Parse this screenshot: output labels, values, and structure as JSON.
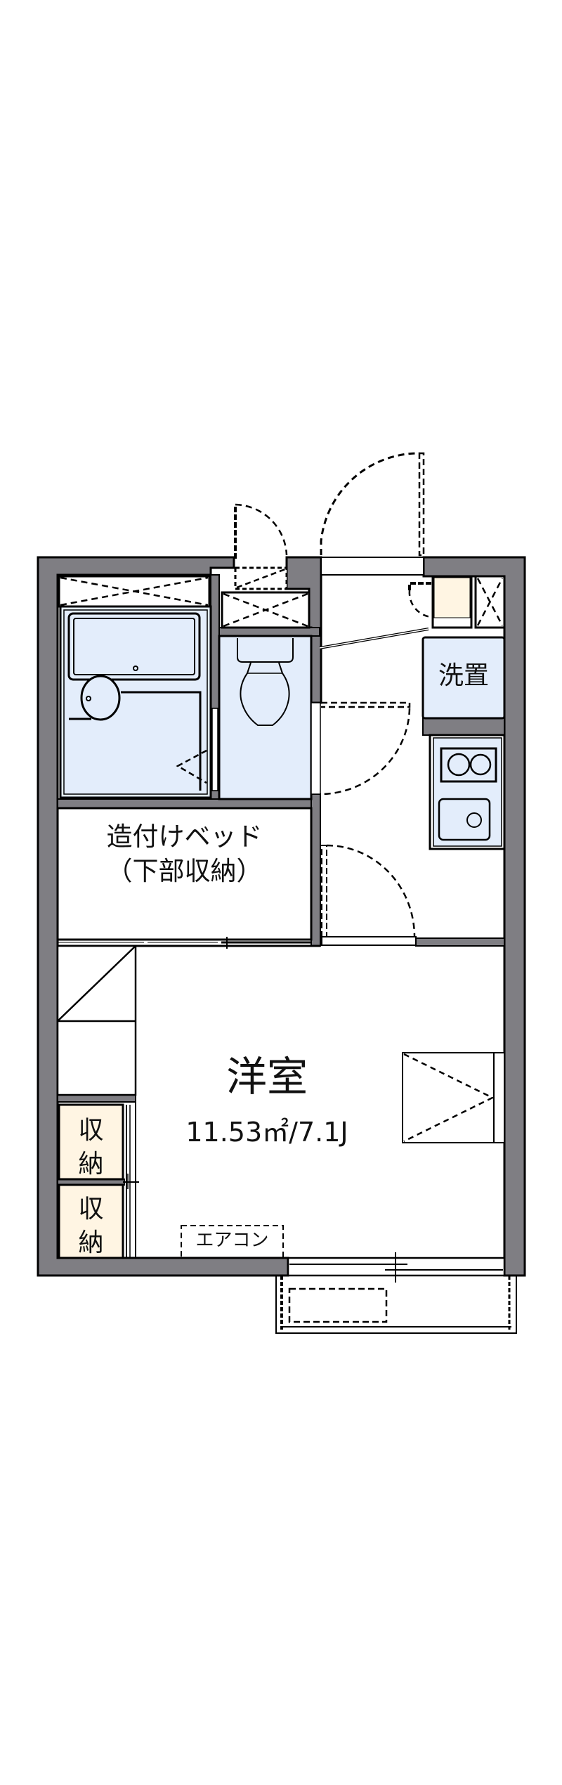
{
  "floor_plan": {
    "colors": {
      "wall": "#7f7e83",
      "outline": "#000000",
      "wet_area": "#e3edfb",
      "storage": "#fff5e3",
      "background": "#ffffff"
    },
    "rooms": {
      "western_room": {
        "name": "洋室",
        "area": "11.53㎡/7.1J"
      },
      "built_in_bed": {
        "line1": "造付けベッド",
        "line2": "（下部収納）"
      },
      "laundry": {
        "name": "洗置"
      },
      "storage_1": {
        "line1": "収",
        "line2": "納"
      },
      "storage_2": {
        "line1": "収",
        "line2": "納"
      },
      "air_conditioner": {
        "label": "エアコン"
      }
    }
  }
}
